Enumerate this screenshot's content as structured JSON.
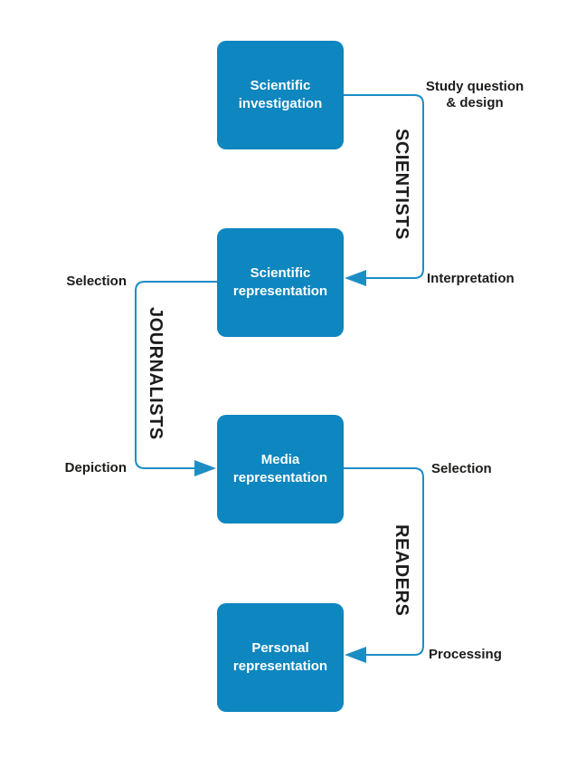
{
  "diagram": {
    "colors": {
      "box_fill": "#0e86bf",
      "connector": "#1e8dc4",
      "label_text": "#1c1c1a",
      "box_text": "#ffffff",
      "background": "#ffffff"
    },
    "nodes": [
      {
        "id": "scientific-investigation",
        "line1": "Scientific",
        "line2": "investigation"
      },
      {
        "id": "scientific-representation",
        "line1": "Scientific",
        "line2": "representation"
      },
      {
        "id": "media-representation",
        "line1": "Media",
        "line2": "representation"
      },
      {
        "id": "personal-representation",
        "line1": "Personal",
        "line2": "representation"
      }
    ],
    "actors": {
      "scientists": "SCIENTISTS",
      "journalists": "JOURNALISTS",
      "readers": "READERS"
    },
    "process_labels": {
      "study_question_line1": "Study question",
      "study_question_line2": "& design",
      "interpretation": "Interpretation",
      "selection_scientific": "Selection",
      "depiction": "Depiction",
      "selection_media": "Selection",
      "processing": "Processing"
    }
  }
}
